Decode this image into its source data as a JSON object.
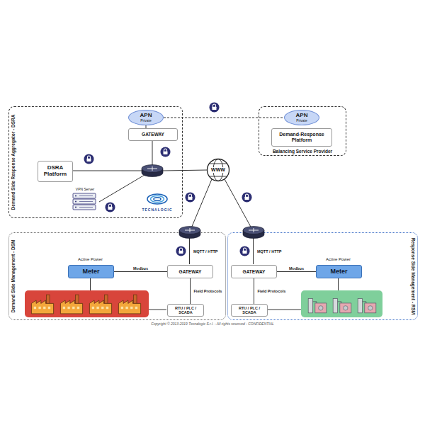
{
  "diagram": {
    "caption": "Copyright © 2013-2019 Tecnalogic S.r.l. - All rights reserved - CONFIDENTIAL",
    "nodes": [
      {
        "text": [
          "Demand Side Response Aggregator - DSRA"
        ]
      },
      {
        "text": [
          "APN",
          "Private"
        ],
        "in": 0
      },
      {
        "text": [
          "GATEWAY"
        ],
        "in": 0
      },
      {
        "text": [
          "DSRA Platform"
        ],
        "in": 0
      },
      {
        "text": [
          "VPN Server"
        ],
        "in": 0
      },
      {
        "text": [
          "Balancing Service Provider"
        ]
      },
      {
        "text": [
          "APN",
          "Private"
        ],
        "in": 5
      },
      {
        "text": [
          "Demand-Response Platform"
        ],
        "in": 5
      },
      {
        "text": [
          "Demand Side Management - DSM"
        ]
      },
      {
        "text": [
          "Meter"
        ],
        "in": 8
      },
      {
        "text": [
          "GATEWAY"
        ],
        "in": 8
      },
      {
        "text": [
          "RTU / PLC / SCADA"
        ],
        "in": 8
      },
      {
        "text": [
          "Response Side Management - RSM"
        ]
      },
      {
        "text": [
          "GATEWAY"
        ],
        "in": 12
      },
      {
        "text": [
          "Meter"
        ],
        "in": 12
      },
      {
        "text": [
          "RTU / PLC / SCADA"
        ],
        "in": 12
      }
    ],
    "edges": [
      {
        "from": 1,
        "to": 2,
        "arrow": "none"
      },
      {
        "from": 1,
        "to": 6,
        "arrow": "none"
      },
      {
        "from": 9,
        "to": 10,
        "label": "Modbus",
        "arrow": "none"
      },
      {
        "from": 10,
        "to": 11,
        "label": "Field Protocols",
        "arrow": "none"
      },
      {
        "from": 13,
        "to": 14,
        "label": "Modbus",
        "arrow": "none"
      },
      {
        "from": 13,
        "to": 15,
        "label": "Field Protocols",
        "arrow": "none"
      }
    ],
    "labels": [
      "Active Power",
      "MQTT / HTTP",
      "Active Power",
      "MQTT / HTTP",
      "WWW",
      "TECNALOGIC"
    ]
  }
}
